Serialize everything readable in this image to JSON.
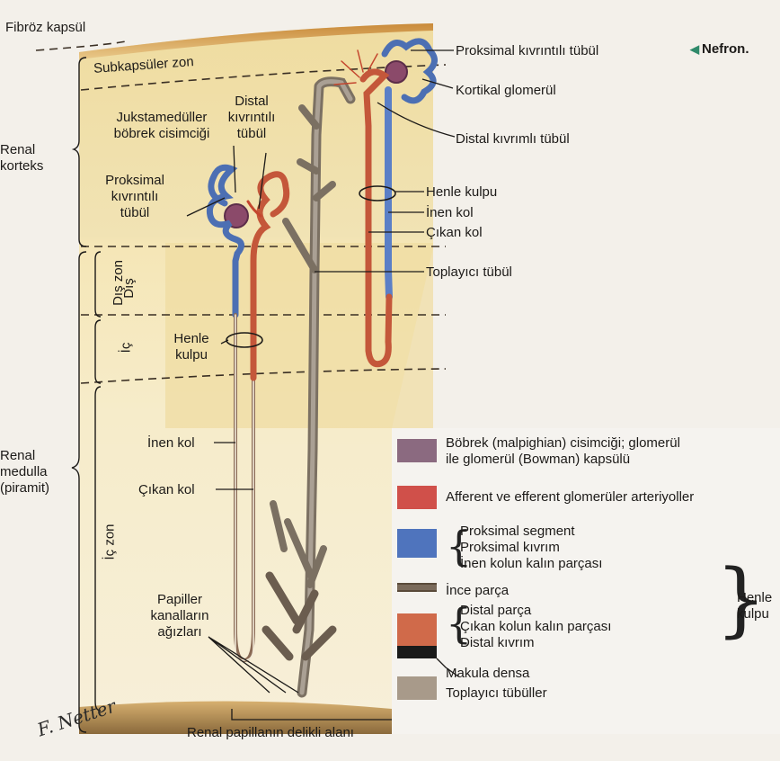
{
  "caption": "Nefron.",
  "signature": "F. Netter",
  "labels": {
    "fibroz_kapsul": "Fibröz kapsül",
    "subkapsuler_zon": "Subkapsüler zon",
    "renal_korteks_1": "Renal",
    "renal_korteks_2": "korteks",
    "juksta_1": "Jukstamedüller",
    "juksta_2": "böbrek cisimciği",
    "distal_left_1": "Distal",
    "distal_left_2": "kıvrıntılı",
    "distal_left_3": "tübül",
    "proximal_left_1": "Proksimal",
    "proximal_left_2": "kıvrıntılı",
    "proximal_left_3": "tübül",
    "proksimal_right": "Proksimal kıvrıntılı tübül",
    "kortikal_glomerul": "Kortikal glomerül",
    "distal_right": "Distal kıvrımlı tübül",
    "henle_kulpu_right": "Henle kulpu",
    "inen_kol_right": "İnen kol",
    "cikan_kol_right": "Çıkan kol",
    "toplayici_tubul": "Toplayıcı tübül",
    "henle_left_1": "Henle",
    "henle_left_2": "kulpu",
    "inen_kol_left": "İnen kol",
    "cikan_kol_left": "Çıkan kol",
    "renal_medulla_1": "Renal",
    "renal_medulla_2": "medulla",
    "renal_medulla_3": "(piramit)",
    "papiller_1": "Papiller",
    "papiller_2": "kanalların",
    "papiller_3": "ağızları",
    "renal_papillanin": "Renal papillanın delikli alanı",
    "dis_zon": "Dış zon",
    "dis": "Dış",
    "ic": "İç",
    "ic_zon": "İç zon"
  },
  "legend": {
    "corpuscle_1": "Böbrek (malpighian) cisimciği; glomerül",
    "corpuscle_2": "ile glomerül (Bowman) kapsülü",
    "arterioles": "Afferent ve efferent glomerüler arteriyoller",
    "proximal_1": "Proksimal segment",
    "proximal_2": "Proksimal kıvrım",
    "proximal_3": "İnen kolun kalın parçası",
    "thin": "İnce parça",
    "distal_1": "Distal parça",
    "distal_2": "Çıkan kolun kalın parçası",
    "distal_3": "Distal kıvrım",
    "macula": "Makula densa",
    "collecting": "Toplayıcı tübüller",
    "henle_1": "Henle",
    "henle_2": "kulpu"
  },
  "colors": {
    "renal_corpuscle": "#8b6a80",
    "arterioles": "#d0504a",
    "proximal_segment": "#4f74bd",
    "thin_segment": "#7a6a5a",
    "distal_segment": "#d06a4a",
    "macula_densa": "#1a1a1a",
    "collecting_tubules": "#a89a8a"
  }
}
